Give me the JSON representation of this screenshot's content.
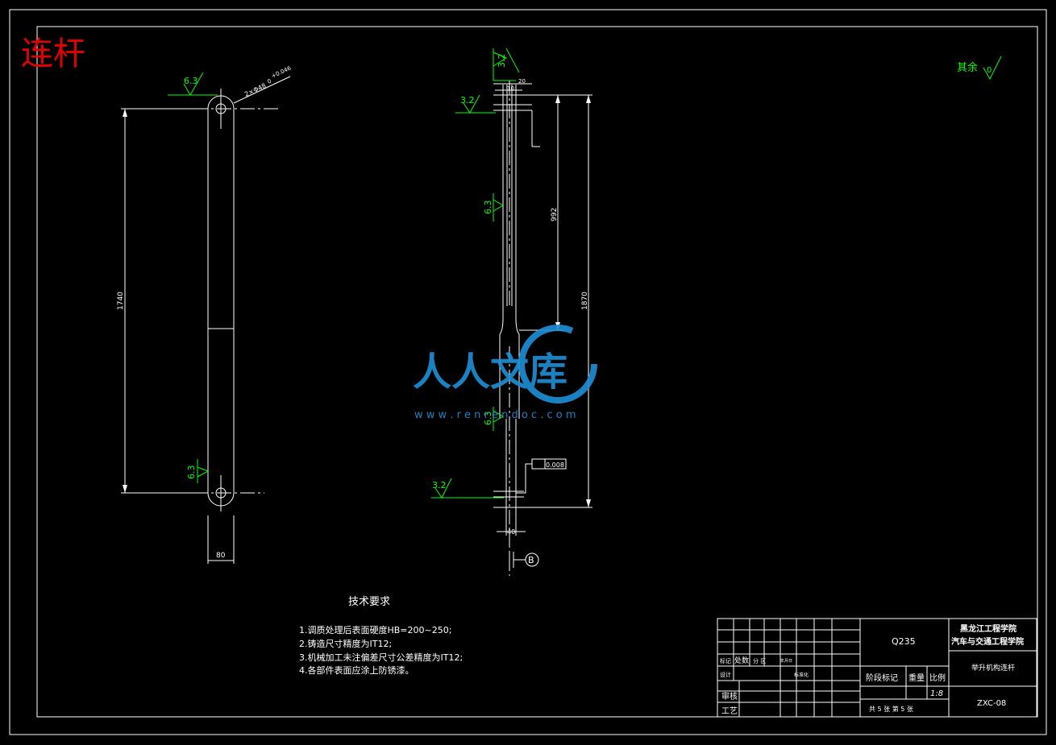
{
  "drawing": {
    "title": "连杆",
    "other_surfaces": "其余",
    "other_surfaces_value": "0",
    "left_view": {
      "dim_length": "1740",
      "dim_width": "80",
      "hole_callout": "2×Φ48",
      "hole_tol_upper": "+0.046",
      "hole_tol_lower": "0",
      "roughness_top": "6.3",
      "roughness_bottom": "6.3"
    },
    "right_view": {
      "roughness_top": "3.2",
      "roughness_mid1": "3.2",
      "roughness_mid2": "6.3",
      "roughness_mid3": "6.3",
      "roughness_bottom": "3.2",
      "dim_top_20": "20",
      "dim_top_10": "10",
      "dim_992": "992",
      "dim_1870": "1870",
      "dim_bottom_40": "40",
      "flatness_value": "0.008",
      "datum": "B"
    },
    "tech_req": {
      "heading": "技术要求",
      "items": [
        "1.调质处理后表面硬度HB=200~250;",
        "2.铸造尺寸精度为IT12;",
        "3.机械加工未注偏差尺寸公差精度为IT12;",
        "4.各部件表面应涂上防锈漆。"
      ]
    },
    "title_block": {
      "material": "Q235",
      "school_line1": "黑龙江工程学院",
      "school_line2": "汽车与交通工程学院",
      "part_name": "举升机构连杆",
      "drawing_no": "ZXC-08",
      "col_stage": "阶段标记",
      "col_weight": "重量",
      "col_scale": "比例",
      "scale": "1:8",
      "sheet_info": "共 5 张  第 5 张",
      "row_mark": "标记",
      "row_count": "处数",
      "row_zone": "分 区",
      "row_design": "设计",
      "row_std": "标准化",
      "row_check": "审核",
      "row_process": "工艺",
      "row_date": "年月日"
    },
    "watermark": {
      "brand": "人人文库",
      "url": "w w w . r e n r e n d o c . c o m"
    }
  }
}
